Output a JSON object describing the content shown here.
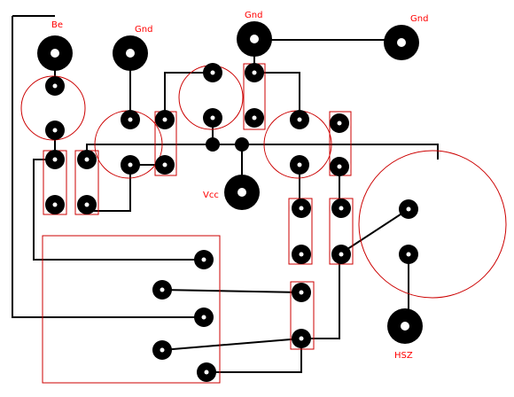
{
  "labels": {
    "be": "Be",
    "gnd_1": "Gnd",
    "gnd_2": "Gnd",
    "gnd_3": "Gnd",
    "vcc": "Vcc",
    "hsz": "HSZ"
  },
  "colors": {
    "background": "#ffffff",
    "wire": "#000000",
    "outline": "#cc0000",
    "label": "#ff0000",
    "pad": "#000000",
    "pad_hole": "#ffffff"
  }
}
